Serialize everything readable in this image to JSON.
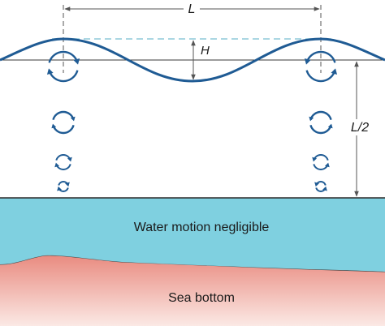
{
  "labels": {
    "wavelength": "L",
    "wave_height": "H",
    "half_wavelength": "L/2",
    "negligible": "Water motion negligible",
    "seabed": "Sea bottom"
  },
  "colors": {
    "wave": "#1f5b94",
    "dashed": "#8ec9d9",
    "dimension": "#555555",
    "water_band": "#7fd0e0",
    "seabed_top": "#e98b80",
    "seabed_bottom": "#fbe9e5"
  },
  "orbit_columns": [
    {
      "name": "left-crest",
      "orbits": [
        {
          "size": "large",
          "direction": "clockwise"
        },
        {
          "size": "medium",
          "direction": "clockwise"
        },
        {
          "size": "small",
          "direction": "clockwise"
        },
        {
          "size": "tiny",
          "direction": "clockwise"
        }
      ]
    },
    {
      "name": "right-crest",
      "orbits": [
        {
          "size": "large",
          "direction": "counterclockwise"
        },
        {
          "size": "medium",
          "direction": "counterclockwise"
        },
        {
          "size": "small",
          "direction": "counterclockwise"
        },
        {
          "size": "tiny",
          "direction": "counterclockwise"
        }
      ]
    }
  ]
}
